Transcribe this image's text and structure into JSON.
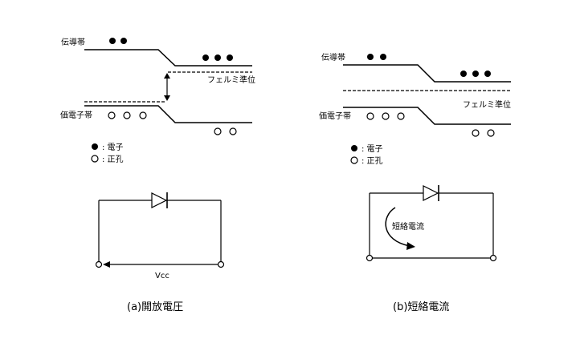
{
  "left": {
    "conduction_band_label": "伝導帯",
    "valence_band_label": "価電子帯",
    "fermi_label": "フェルミ準位",
    "legend_electron": ": 電子",
    "legend_hole": ": 正孔",
    "voltage_label": "Vcc",
    "caption": "(a)開放電圧"
  },
  "right": {
    "conduction_band_label": "伝導帯",
    "valence_band_label": "価電子帯",
    "fermi_label": "フェルミ準位",
    "legend_electron": ": 電子",
    "legend_hole": ": 正孔",
    "current_label": "短絡電流",
    "caption": "(b)短絡電流"
  }
}
